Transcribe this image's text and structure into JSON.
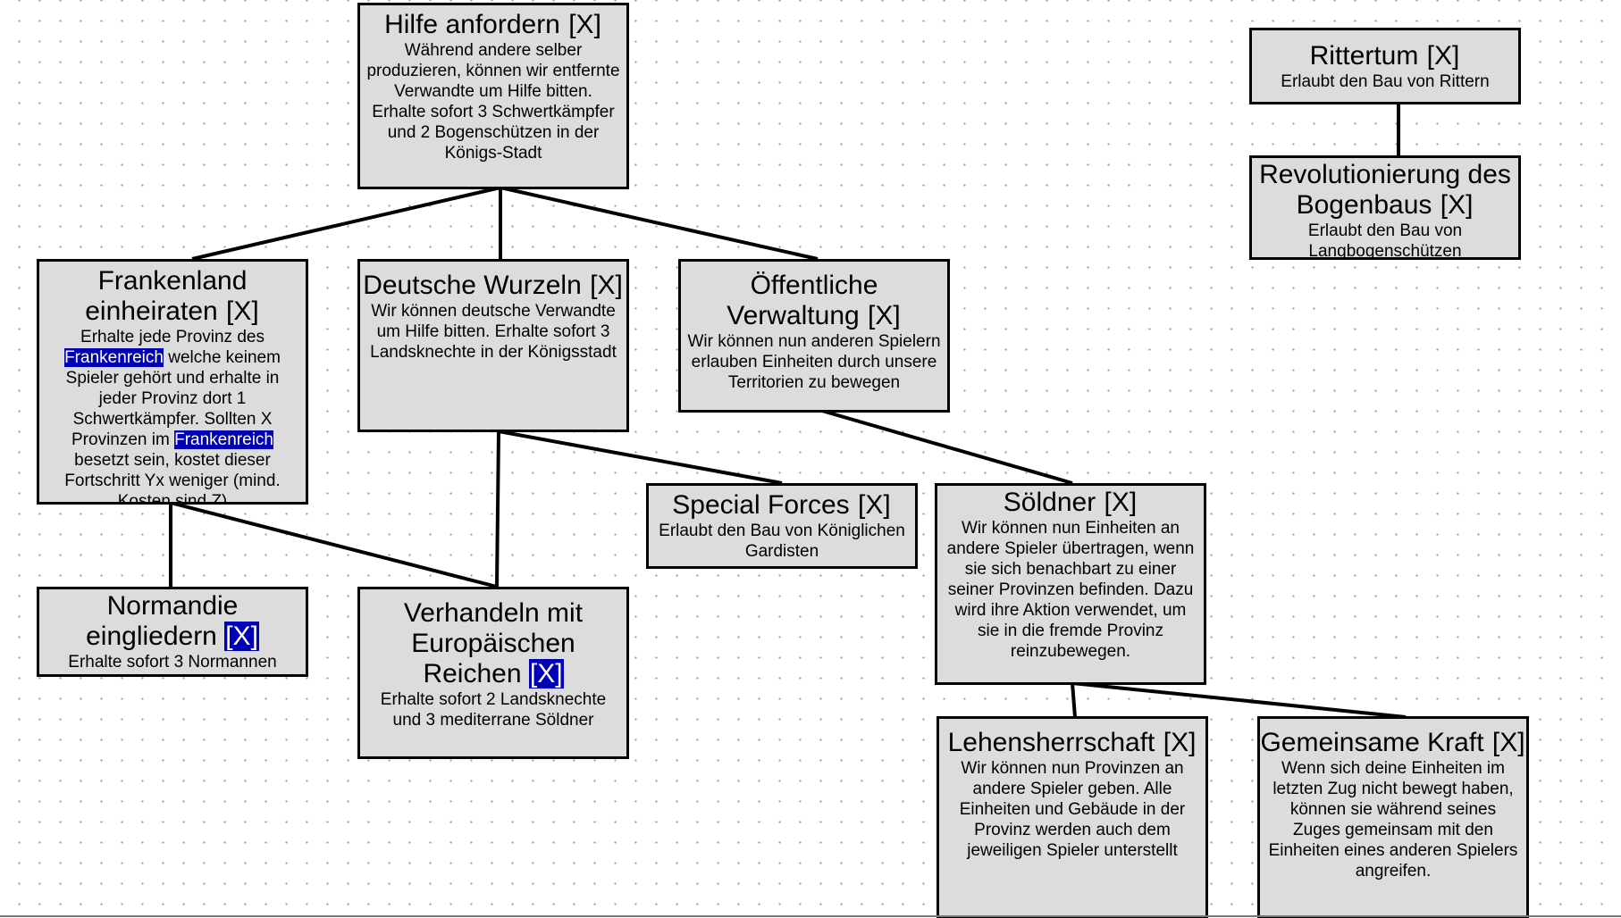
{
  "nodes": {
    "hilfe": {
      "title": "Hilfe anfordern",
      "marker": "[X]",
      "desc": "Während andere selber produzieren, können wir entfernte Verwandte um Hilfe bitten. Erhalte sofort 3 Schwertkämpfer und 2 Bogenschützen in der Königs-Stadt"
    },
    "frankenland": {
      "title": "Frankenland einheiraten",
      "marker": "[X]",
      "desc_1": "Erhalte jede Provinz des",
      "highlight_1": "Frankenreich",
      "desc_2": "welche keinem Spieler gehört und erhalte in jeder Provinz dort 1 Schwertkämpfer. Sollten X Provinzen im",
      "highlight_2": "Frankenreich",
      "desc_3": "besetzt sein, kostet dieser Fortschritt Yx weniger (mind. Kosten sind Z)"
    },
    "deutsche": {
      "title": "Deutsche Wurzeln",
      "marker": "[X]",
      "desc": "Wir können deutsche Verwandte um Hilfe bitten. Erhalte sofort 3 Landsknechte in der Königsstadt"
    },
    "oeffentliche": {
      "title": "Öffentliche Verwaltung",
      "marker": "[X]",
      "desc": "Wir können nun anderen Spielern erlauben Einheiten durch unsere Territorien zu bewegen"
    },
    "rittertum": {
      "title": "Rittertum",
      "marker": "[X]",
      "desc": "Erlaubt den Bau von Rittern"
    },
    "revolution": {
      "title": "Revolutionierung des Bogenbaus",
      "marker": "[X]",
      "desc": "Erlaubt den Bau von Langbogenschützen"
    },
    "normandie": {
      "title": "Normandie eingliedern",
      "marker": "[X]",
      "desc": "Erhalte sofort 3 Normannen"
    },
    "verhandeln": {
      "title": "Verhandeln mit Europäischen Reichen",
      "marker": "[X]",
      "desc": "Erhalte sofort 2 Landsknechte und 3 mediterrane Söldner"
    },
    "special": {
      "title": "Special Forces",
      "marker": "[X]",
      "desc": "Erlaubt den Bau von Königlichen Gardisten"
    },
    "soeldner": {
      "title": "Söldner",
      "marker": "[X]",
      "desc": "Wir können nun Einheiten an andere Spieler übertragen, wenn sie sich benachbart zu einer seiner Provinzen befinden. Dazu wird ihre Aktion verwendet, um sie in die fremde Provinz reinzubewegen."
    },
    "lehen": {
      "title": "Lehensherrschaft",
      "marker": "[X]",
      "desc": "Wir können nun Provinzen an andere Spieler geben. Alle Einheiten und Gebäude in der Provinz werden auch dem jeweiligen Spieler unterstellt"
    },
    "gemeinsam": {
      "title": "Gemeinsame Kraft",
      "marker": "[X]",
      "desc": "Wenn sich deine Einheiten im letzten Zug nicht bewegt haben, können sie während seines Zuges gemeinsam mit den Einheiten eines anderen Spielers angreifen."
    }
  },
  "colors": {
    "box_fill": "#dcdcdc",
    "border": "#000000",
    "selection": "#0000b4"
  }
}
